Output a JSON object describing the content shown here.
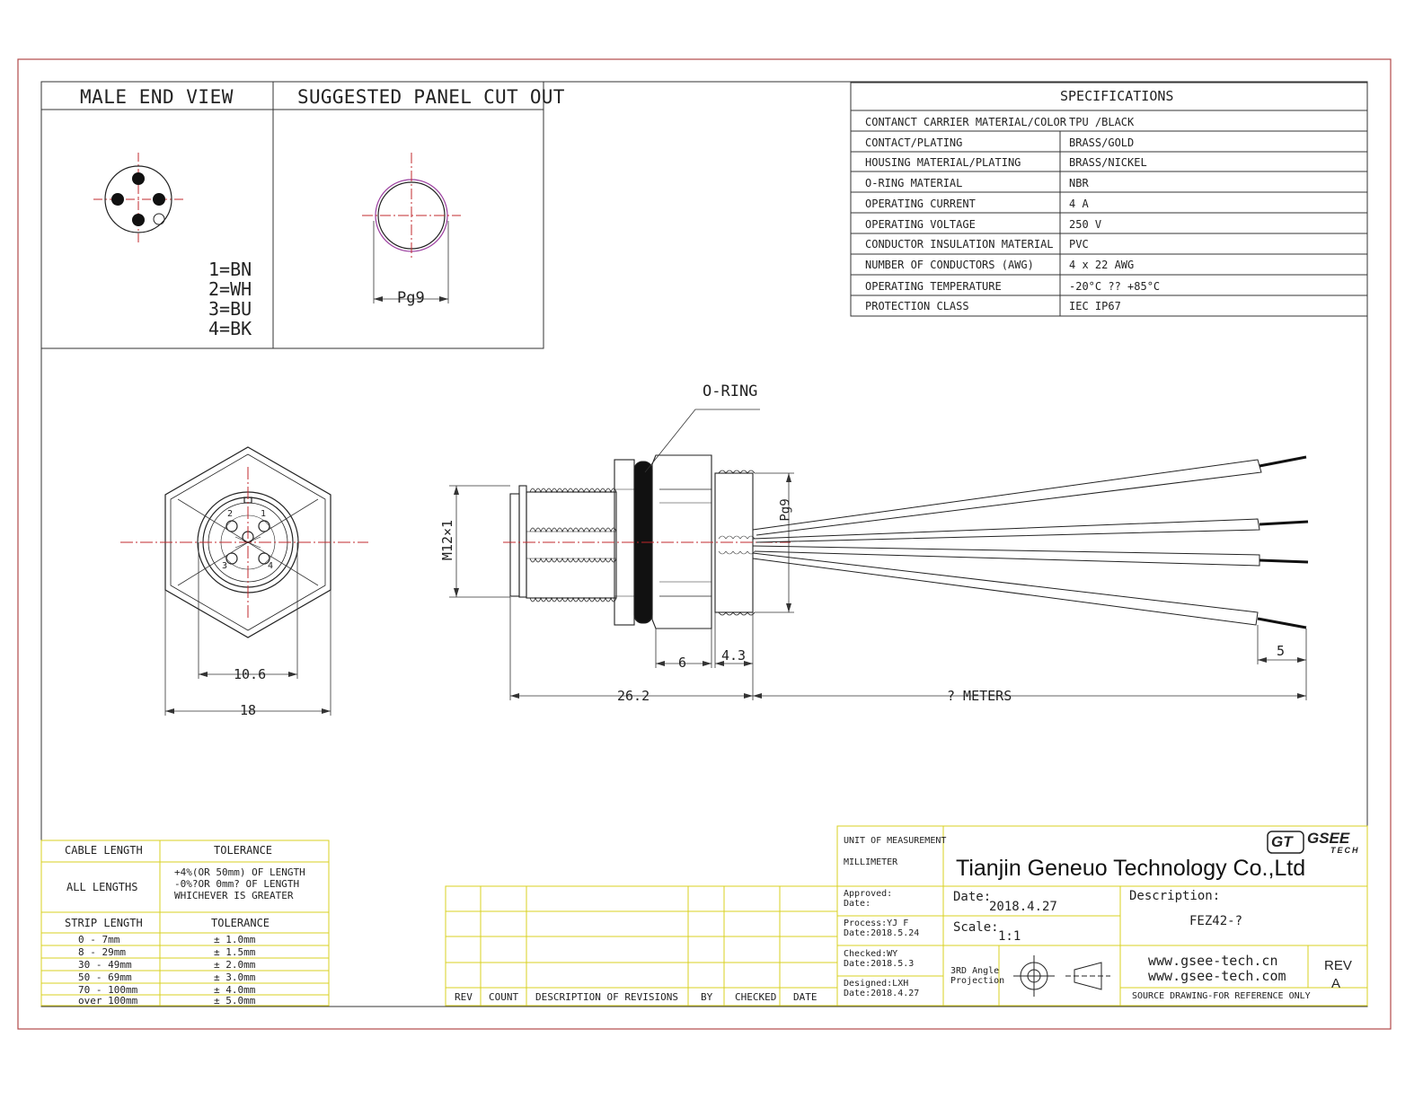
{
  "male_end_view": {
    "title": "MALE END VIEW",
    "pin_legend": [
      "1=BN",
      "2=WH",
      "3=BU",
      "4=BK"
    ]
  },
  "panel_cutout": {
    "title": "SUGGESTED PANEL CUT OUT",
    "dimension": "Pg9"
  },
  "specifications": {
    "title": "SPECIFICATIONS",
    "rows": [
      {
        "label": "CONTANCT CARRIER MATERIAL/COLOR",
        "value": "TPU /BLACK"
      },
      {
        "label": "CONTACT/PLATING",
        "value": "BRASS/GOLD"
      },
      {
        "label": "HOUSING MATERIAL/PLATING",
        "value": "BRASS/NICKEL"
      },
      {
        "label": "O-RING  MATERIAL",
        "value": "NBR"
      },
      {
        "label": "OPERATING CURRENT",
        "value": "4 A"
      },
      {
        "label": "OPERATING VOLTAGE",
        "value": "250 V"
      },
      {
        "label": "CONDUCTOR INSULATION MATERIAL",
        "value": "PVC"
      },
      {
        "label": "NUMBER OF CONDUCTORS (AWG)",
        "value": "4 x 22 AWG"
      },
      {
        "label": "OPERATING TEMPERATURE",
        "value": "-20°C ?? +85°C"
      },
      {
        "label": "PROTECTION CLASS",
        "value": "IEC   IP67"
      }
    ]
  },
  "front_view": {
    "dim_inner": "10.6",
    "dim_outer": "18",
    "pin_numbers": [
      "1",
      "2",
      "3",
      "4"
    ]
  },
  "side_view": {
    "oring_label": "O-RING",
    "dim_thread": "M12×1",
    "dim_pg9": "Pg9",
    "dim_6": "6",
    "dim_4_3": "4.3",
    "dim_26_2": "26.2",
    "dim_meters": "? METERS",
    "dim_5": "5"
  },
  "cable_tolerance": {
    "header_length": "CABLE LENGTH",
    "header_tolerance": "TOLERANCE",
    "all_lengths": "ALL LENGTHS",
    "tolerance_lines": [
      "+4%(OR 50mm) OF LENGTH",
      "-0%?OR 0mm? OF LENGTH",
      "WHICHEVER  IS  GREATER"
    ]
  },
  "strip_tolerance": {
    "header_length": "STRIP LENGTH",
    "header_tolerance": "TOLERANCE",
    "rows": [
      {
        "range": "0 - 7mm",
        "tol": "± 1.0mm"
      },
      {
        "range": "8 - 29mm",
        "tol": "± 1.5mm"
      },
      {
        "range": "30 - 49mm",
        "tol": "± 2.0mm"
      },
      {
        "range": "50 - 69mm",
        "tol": "± 3.0mm"
      },
      {
        "range": "70 - 100mm",
        "tol": "± 4.0mm"
      },
      {
        "range": "over 100mm",
        "tol": "± 5.0mm"
      }
    ]
  },
  "revisions": {
    "headers": [
      "REV",
      "COUNT",
      "DESCRIPTION  OF  REVISIONS",
      "BY",
      "CHECKED",
      "DATE"
    ]
  },
  "title_block": {
    "unit_label": "UNIT OF MEASUREMENT",
    "unit_value": "MILLIMETER",
    "company": "Tianjin Geneuo Technology Co.,Ltd",
    "logo_mark": "GT",
    "logo_name": "GSEE",
    "logo_sub": "TECH",
    "approved": [
      "Approved:",
      "Date:"
    ],
    "process": [
      "Process:YJ F",
      "Date:2018.5.24"
    ],
    "checked": [
      "Checked:WY",
      "Date:2018.5.3"
    ],
    "designed": [
      "Designed:LXH",
      "Date:2018.4.27"
    ],
    "date_label": "Date:",
    "date_value": "2018.4.27",
    "scale_label": "Scale:",
    "scale_value": "1:1",
    "description_label": "Description:",
    "description_value": "FEZ42-?",
    "projection": [
      "3RD Angle",
      "Projection"
    ],
    "website_1": "www.gsee-tech.cn",
    "website_2": "www.gsee-tech.com",
    "rev_label": "REV",
    "rev_value": "A",
    "source_note": "SOURCE DRAWING-FOR REFERENCE ONLY"
  },
  "colors": {
    "frame": "#b24a4a",
    "title_block_line": "#d9d020",
    "centerline": "#c0282c",
    "cutout_circle": "#9c3fa0",
    "ink": "#222222"
  }
}
